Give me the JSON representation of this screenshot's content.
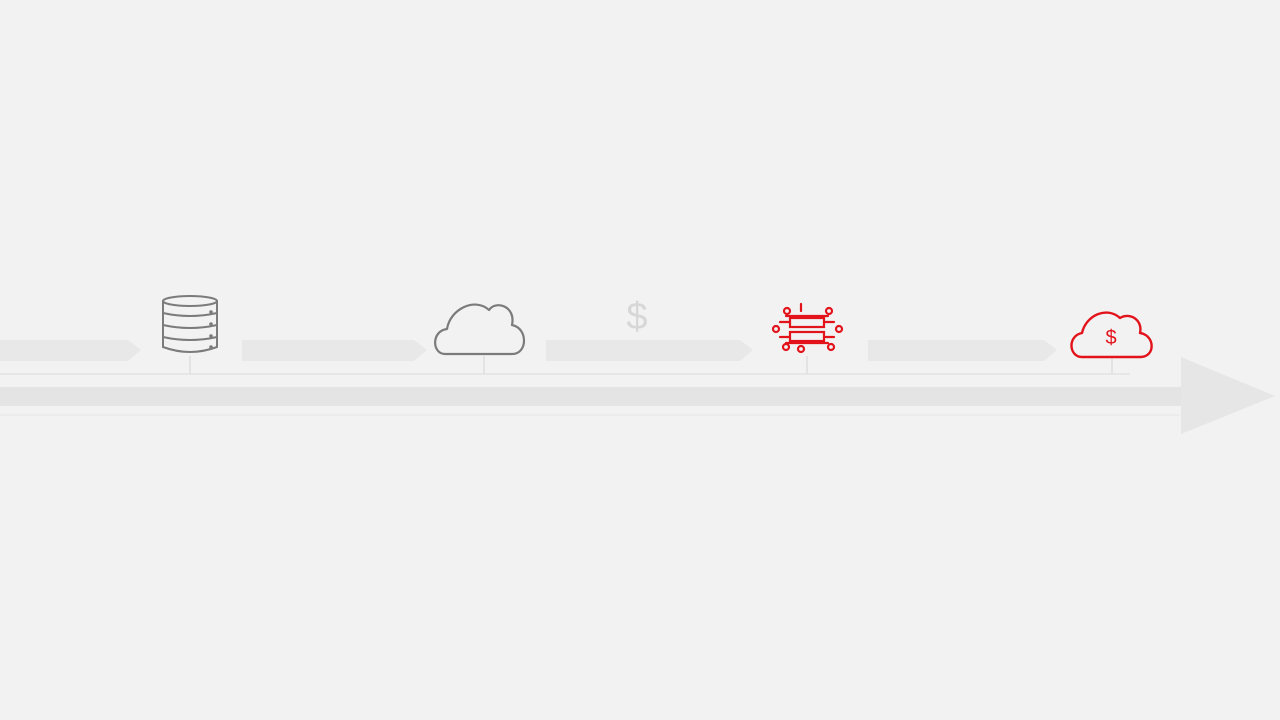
{
  "diagram": {
    "colors": {
      "background": "#f2f2f2",
      "icon_gray": "#7b7b7b",
      "faded_gray": "#d7d7d7",
      "accent_red": "#e3131b",
      "arrow_gray": "#e4e4e4",
      "connector_gray": "#dedede"
    },
    "stages": [
      {
        "icon": "database-icon",
        "color": "#7b7b7b",
        "state": "past"
      },
      {
        "icon": "cloud-icon",
        "color": "#7b7b7b",
        "state": "past"
      },
      {
        "icon": "dollar-icon",
        "color": "#d7d7d7",
        "state": "faded"
      },
      {
        "icon": "server-network-icon",
        "color": "#e3131b",
        "state": "current"
      },
      {
        "icon": "cloud-dollar-icon",
        "color": "#e3131b",
        "state": "current"
      }
    ],
    "dollar_glyph": "$"
  }
}
